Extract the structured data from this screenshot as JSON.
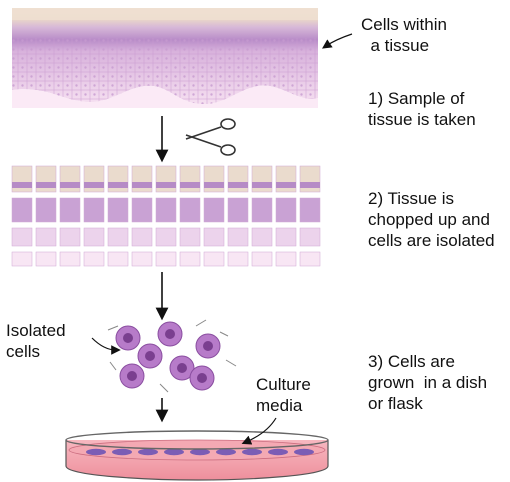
{
  "labels": {
    "cells_within_tissue": "Cells within\n  a tissue",
    "step1": "1) Sample of\ntissue is taken",
    "step2": "2) Tissue is\nchopped up and\ncells are isolated",
    "isolated_cells": "Isolated\ncells",
    "step3": "3) Cells are\ngrown  in a dish\nor flask",
    "culture_media": "Culture\nmedia"
  },
  "icons": {
    "scissors": "scissors-icon",
    "arrows": "down-arrow-icon"
  },
  "colors": {
    "skin_surface": "#efe0d2",
    "purple_layer": "#b990c8",
    "tissue_pink": "#f2d6ee",
    "cell_fill": "#b47ac6",
    "cell_nucleus": "#7a3f8f",
    "media_pink": "#f29aa6",
    "dish_cells": "#7b5db5"
  }
}
